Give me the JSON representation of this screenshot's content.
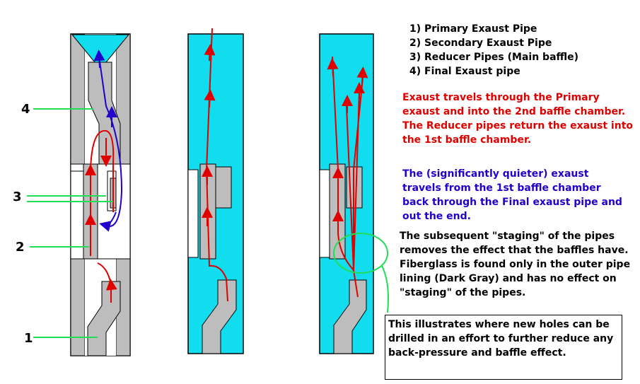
{
  "colors": {
    "red": "#e00000",
    "blue": "#2200cc",
    "green": "#22dd55",
    "cyan": "#11ddee",
    "gray": "#bdbdbd",
    "dark_gray": "#999999"
  },
  "callout_numbers": [
    "4",
    "3",
    "2",
    "1"
  ],
  "legend": [
    "1) Primary Exaust Pipe",
    "2) Secondary Exaust Pipe",
    "3) Reducer Pipes (Main baffle)",
    "4) Final Exaust pipe"
  ],
  "notes": {
    "red": "Exaust travels through the Primary exaust and into the 2nd baffle chamber.  The Reducer pipes return the exaust into the 1st baffle chamber.",
    "blue": "The (significantly quieter) exaust travels from the 1st baffle chamber back through the Final exaust pipe and out the end.",
    "staging": "The subsequent \"staging\" of the pipes removes the effect that the baffles have.",
    "fiberglass": "Fiberglass is found only in the outer pipe lining (Dark Gray) and has no effect on \"staging\" of the pipes.",
    "box": "This illustrates where new holes can be drilled in an effort to further reduce any back-pressure and baffle effect."
  }
}
